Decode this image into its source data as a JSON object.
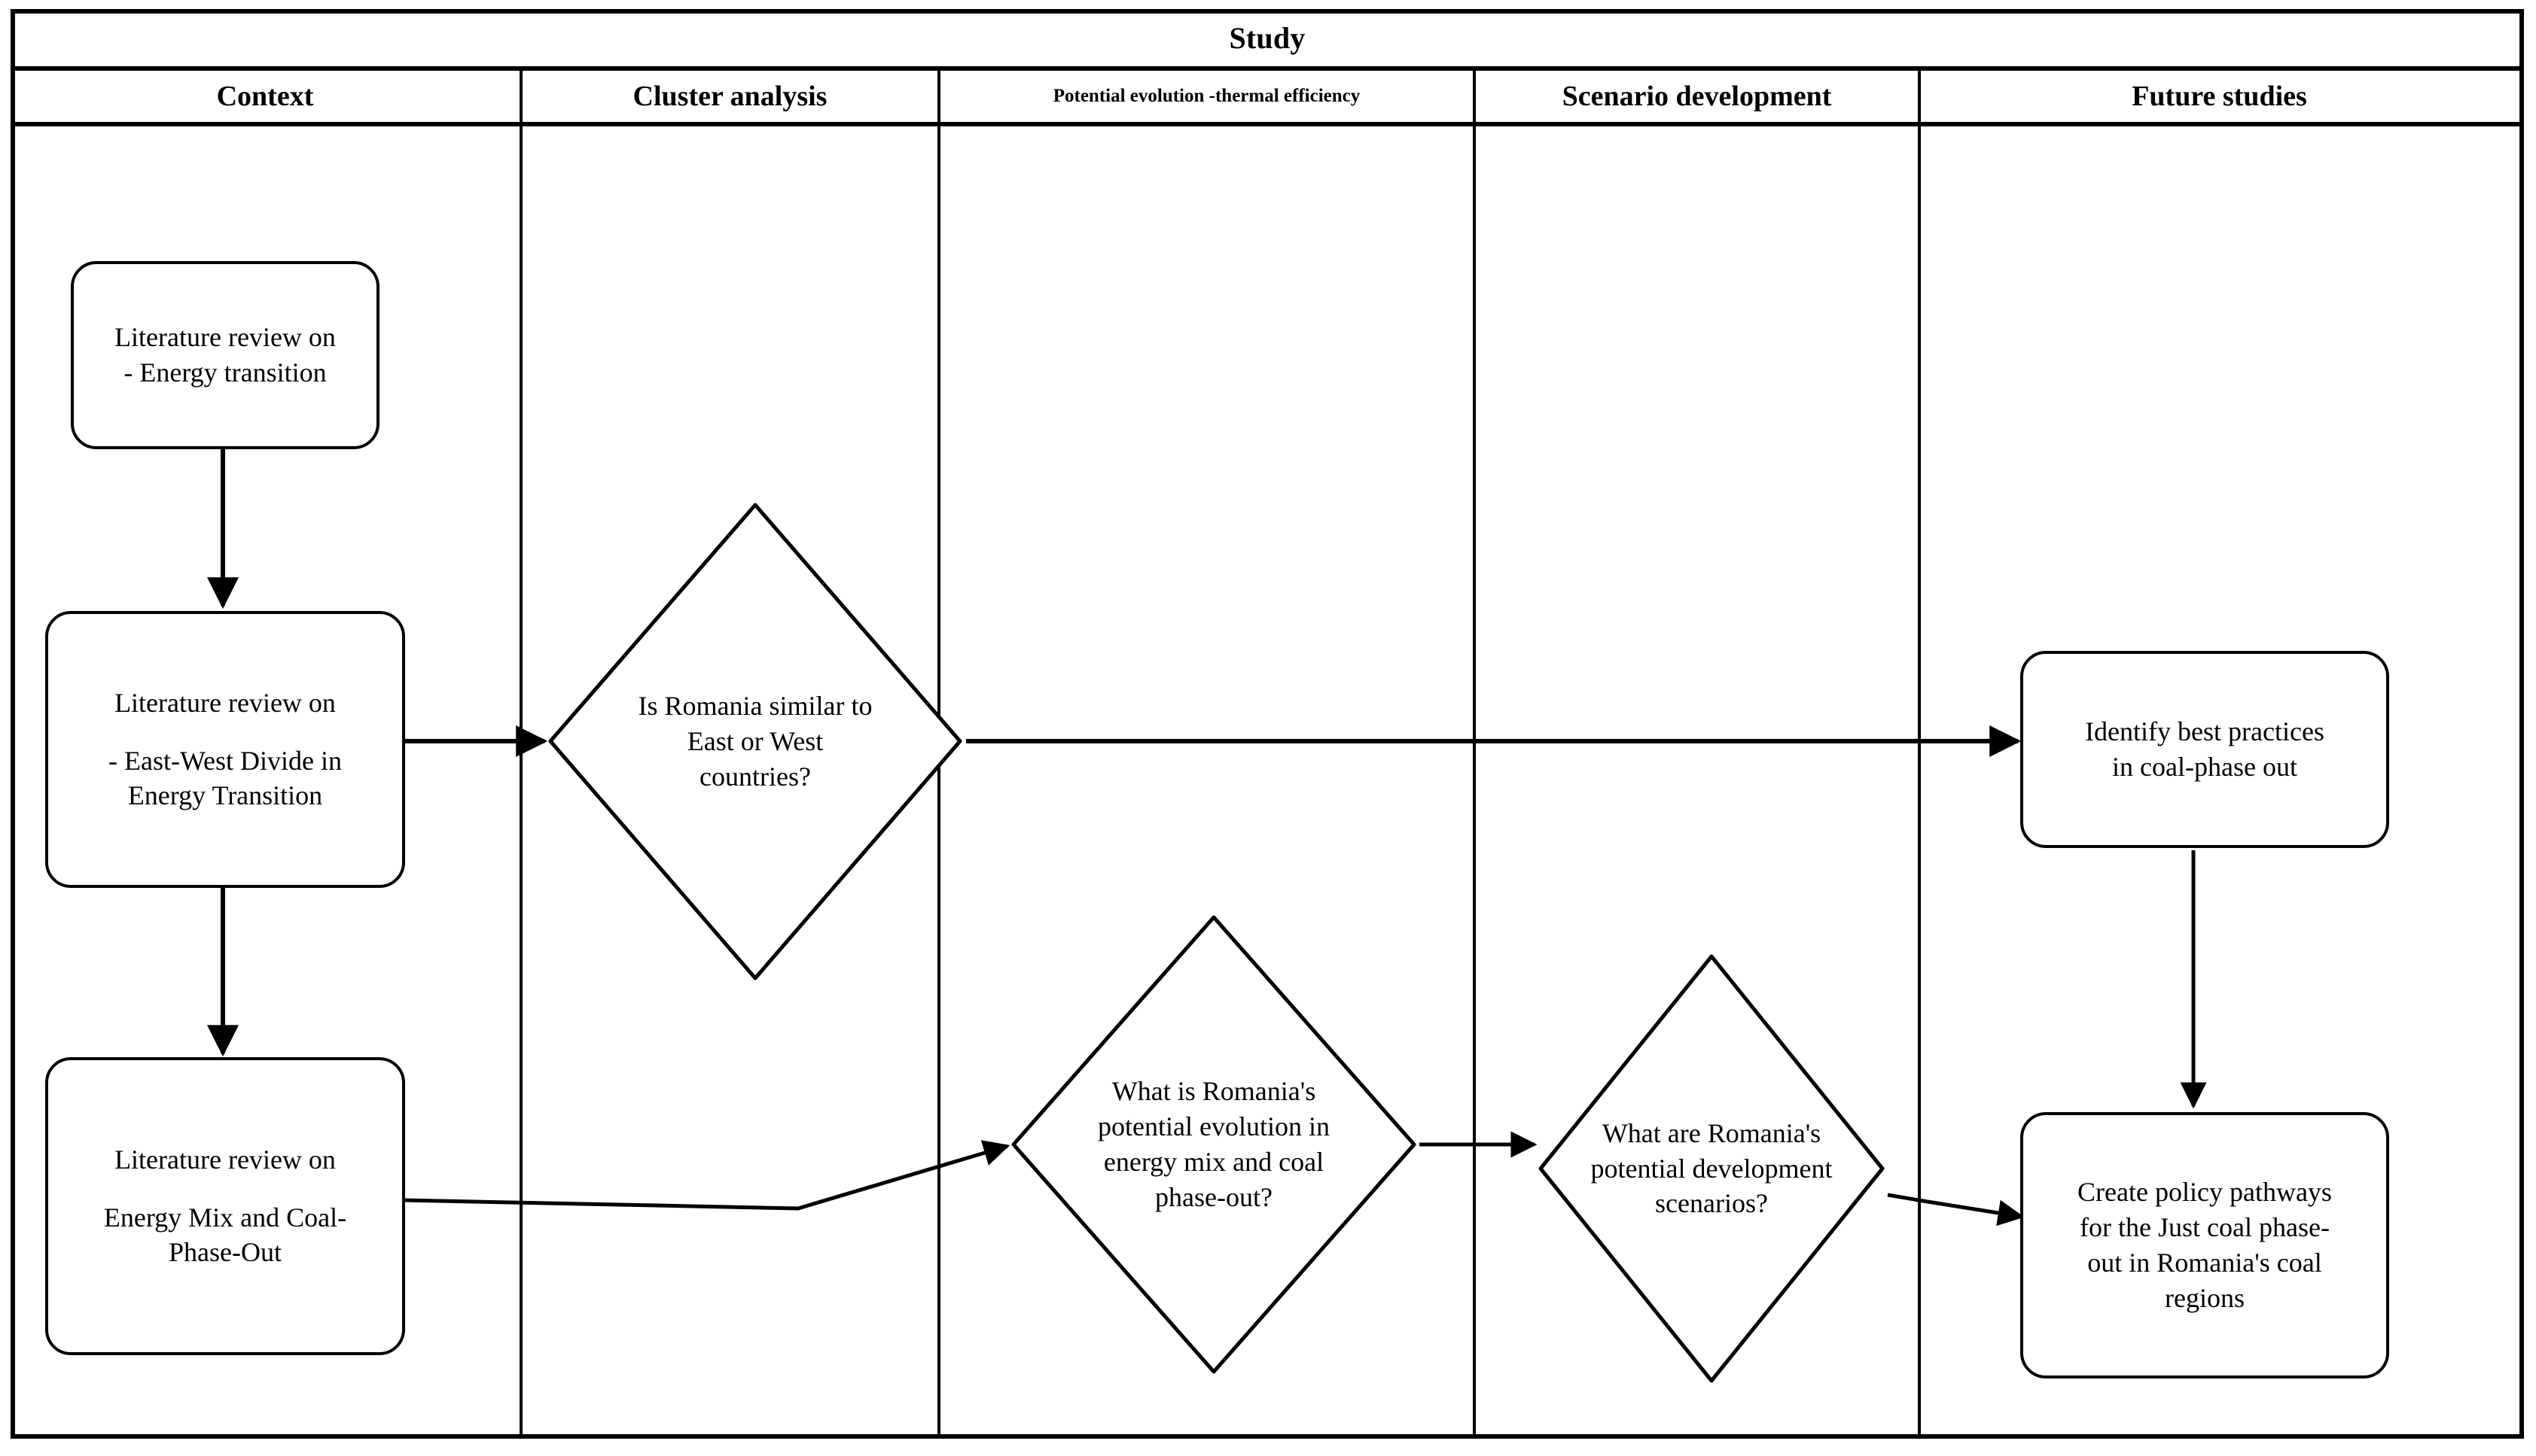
{
  "title": "Study",
  "columns": [
    {
      "id": "context",
      "label": "Context",
      "small": false
    },
    {
      "id": "cluster",
      "label": "Cluster analysis",
      "small": false
    },
    {
      "id": "potential",
      "label": "Potential evolution -thermal efficiency",
      "small": true
    },
    {
      "id": "scenario",
      "label": "Scenario development",
      "small": false
    },
    {
      "id": "future",
      "label": "Future studies",
      "small": false
    }
  ],
  "nodes": {
    "lit_review_energy_transition": {
      "shape": "rounded-rect",
      "column": "context",
      "lines": [
        "Literature review on",
        "- Energy transition"
      ]
    },
    "lit_review_east_west_divide": {
      "shape": "rounded-rect",
      "column": "context",
      "lines": [
        "Literature review on",
        "",
        "- East-West Divide in",
        "Energy Transition"
      ]
    },
    "lit_review_energy_mix_coal": {
      "shape": "rounded-rect",
      "column": "context",
      "lines": [
        "Literature review on",
        "",
        "Energy Mix and Coal-",
        "Phase-Out"
      ]
    },
    "romania_similar_decision": {
      "shape": "diamond",
      "column": "cluster",
      "lines": [
        "Is Romania similar to",
        "East or West",
        "countries?"
      ]
    },
    "potential_evolution_decision": {
      "shape": "diamond",
      "column": "potential",
      "lines": [
        "What is Romania's",
        "potential evolution in",
        "energy mix and coal",
        "phase-out?"
      ]
    },
    "development_scenarios_decision": {
      "shape": "diamond",
      "column": "scenario",
      "lines": [
        "What are Romania's",
        "potential development",
        "scenarios?"
      ]
    },
    "identify_best_practices": {
      "shape": "rounded-rect",
      "column": "future",
      "lines": [
        "Identify best practices",
        "in coal-phase out"
      ]
    },
    "create_policy_pathways": {
      "shape": "rounded-rect",
      "column": "future",
      "lines": [
        "Create policy pathways",
        "for the Just coal phase-",
        "out in Romania's coal",
        "regions"
      ]
    }
  },
  "edges": [
    {
      "from": "lit_review_energy_transition",
      "to": "lit_review_east_west_divide",
      "style": "vertical-arrow"
    },
    {
      "from": "lit_review_east_west_divide",
      "to": "lit_review_energy_mix_coal",
      "style": "vertical-arrow"
    },
    {
      "from": "lit_review_east_west_divide",
      "to": "romania_similar_decision",
      "style": "horizontal-arrow"
    },
    {
      "from": "romania_similar_decision",
      "to": "identify_best_practices",
      "style": "horizontal-arrow"
    },
    {
      "from": "lit_review_energy_mix_coal",
      "to": "potential_evolution_decision",
      "style": "bent-arrow"
    },
    {
      "from": "potential_evolution_decision",
      "to": "development_scenarios_decision",
      "style": "horizontal-arrow"
    },
    {
      "from": "development_scenarios_decision",
      "to": "create_policy_pathways",
      "style": "bent-arrow"
    },
    {
      "from": "identify_best_practices",
      "to": "create_policy_pathways",
      "style": "vertical-arrow"
    }
  ],
  "colors": {
    "stroke": "#000000",
    "background": "#ffffff",
    "text": "#000000"
  }
}
